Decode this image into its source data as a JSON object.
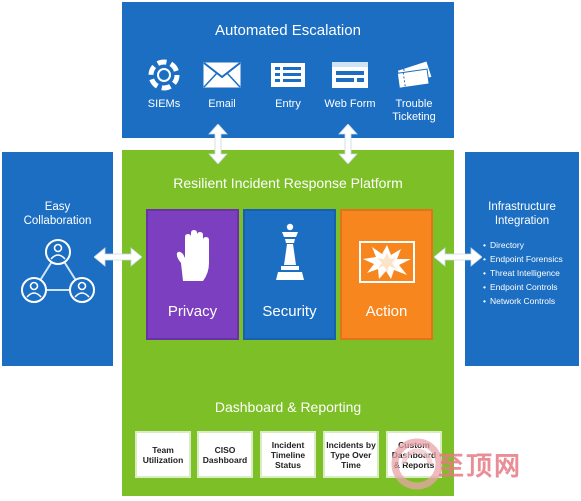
{
  "top_panel": {
    "title": "Automated Escalation",
    "items": [
      {
        "label": "SIEMs",
        "icon": "lifebuoy-icon"
      },
      {
        "label": "Email",
        "icon": "envelope-icon"
      },
      {
        "label": "Entry",
        "icon": "form-entry-icon"
      },
      {
        "label": "Web Form",
        "icon": "browser-form-icon"
      },
      {
        "label": "Trouble Ticketing",
        "icon": "tickets-icon"
      }
    ]
  },
  "left_panel": {
    "title": "Easy Collaboration",
    "icon": "people-network-icon"
  },
  "right_panel": {
    "title": "Infrastructure Integration",
    "items": [
      "Directory",
      "Endpoint Forensics",
      "Threat Intelligence",
      "Endpoint Controls",
      "Network Controls"
    ]
  },
  "platform": {
    "title": "Resilient Incident Response Platform",
    "cards": [
      {
        "label": "Privacy",
        "icon": "hand-icon",
        "color": "#7b3fbf"
      },
      {
        "label": "Security",
        "icon": "chess-queen-icon",
        "color": "#1b6ec2"
      },
      {
        "label": "Action",
        "icon": "explosion-icon",
        "color": "#f7861e"
      }
    ]
  },
  "dashboard": {
    "title": "Dashboard & Reporting",
    "items": [
      "Team Utilization",
      "CISO Dashboard",
      "Incident Timeline Status",
      "Incidents by Type Over Time",
      "Custom Dashboard & Reports"
    ]
  },
  "watermark": {
    "text": "至顶网"
  },
  "colors": {
    "blue": "#1b6ec2",
    "green": "#7cbf26",
    "purple": "#7b3fbf",
    "orange": "#f7861e"
  }
}
